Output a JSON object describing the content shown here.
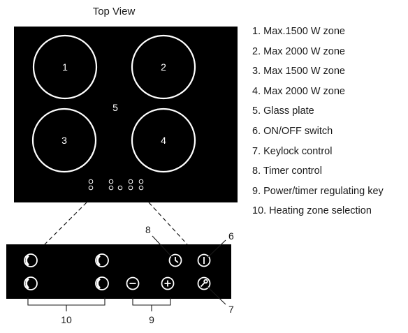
{
  "title": "Top View",
  "zones": [
    {
      "label": "1"
    },
    {
      "label": "2"
    },
    {
      "label": "3"
    },
    {
      "label": "4"
    }
  ],
  "glass_label": "5",
  "callouts": {
    "on_off": "6",
    "keylock": "7",
    "timer": "8",
    "regulating": "9",
    "zone_selection": "10"
  },
  "legend": [
    "1. Max.1500 W zone",
    "2. Max 2000 W zone",
    "3. Max 1500 W zone",
    "4. Max 2000 W zone",
    "5. Glass plate",
    "6. ON/OFF switch",
    "7. Keylock control",
    "8. Timer control",
    "9. Power/timer regulating key",
    "10. Heating zone selection"
  ],
  "colors": {
    "glass": "#000000",
    "ring": "#ffffff",
    "line": "#1a1a1a"
  }
}
